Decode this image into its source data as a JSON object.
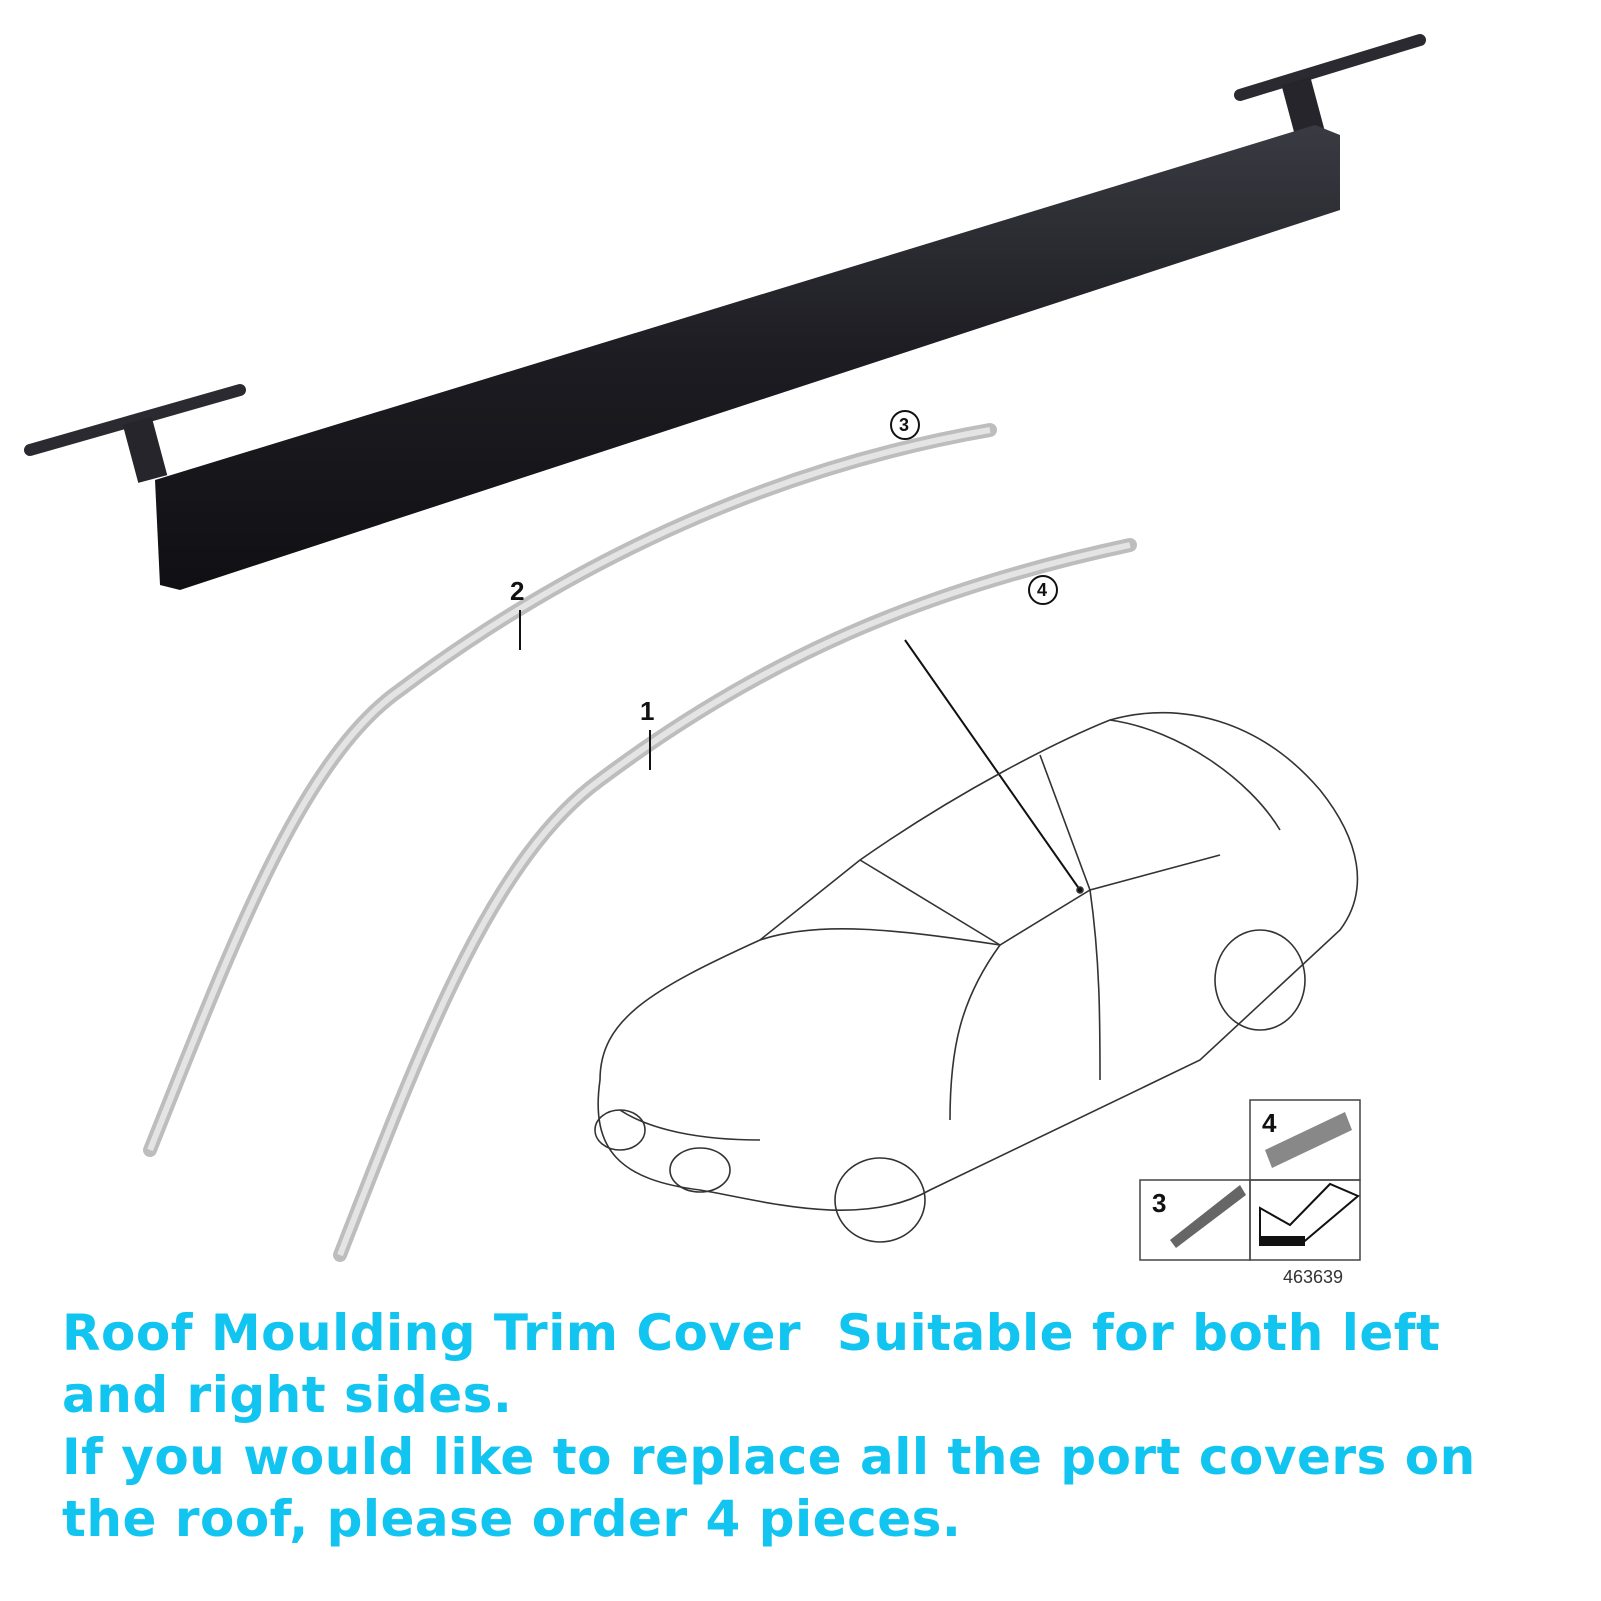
{
  "product": {
    "part_labels": [
      "1",
      "2",
      "3",
      "4"
    ],
    "inset_labels": [
      "3",
      "4"
    ],
    "diagram_reference": "463639"
  },
  "caption": {
    "line1": "Roof Moulding Trim Cover  Suitable for both left and right sides.",
    "line2": "If you would like to replace all the port covers on the roof, please order 4 pieces."
  },
  "colors": {
    "caption": "#12C4F0",
    "trim_cover": "#1c1c22",
    "moulding": "#c9c9c9"
  }
}
